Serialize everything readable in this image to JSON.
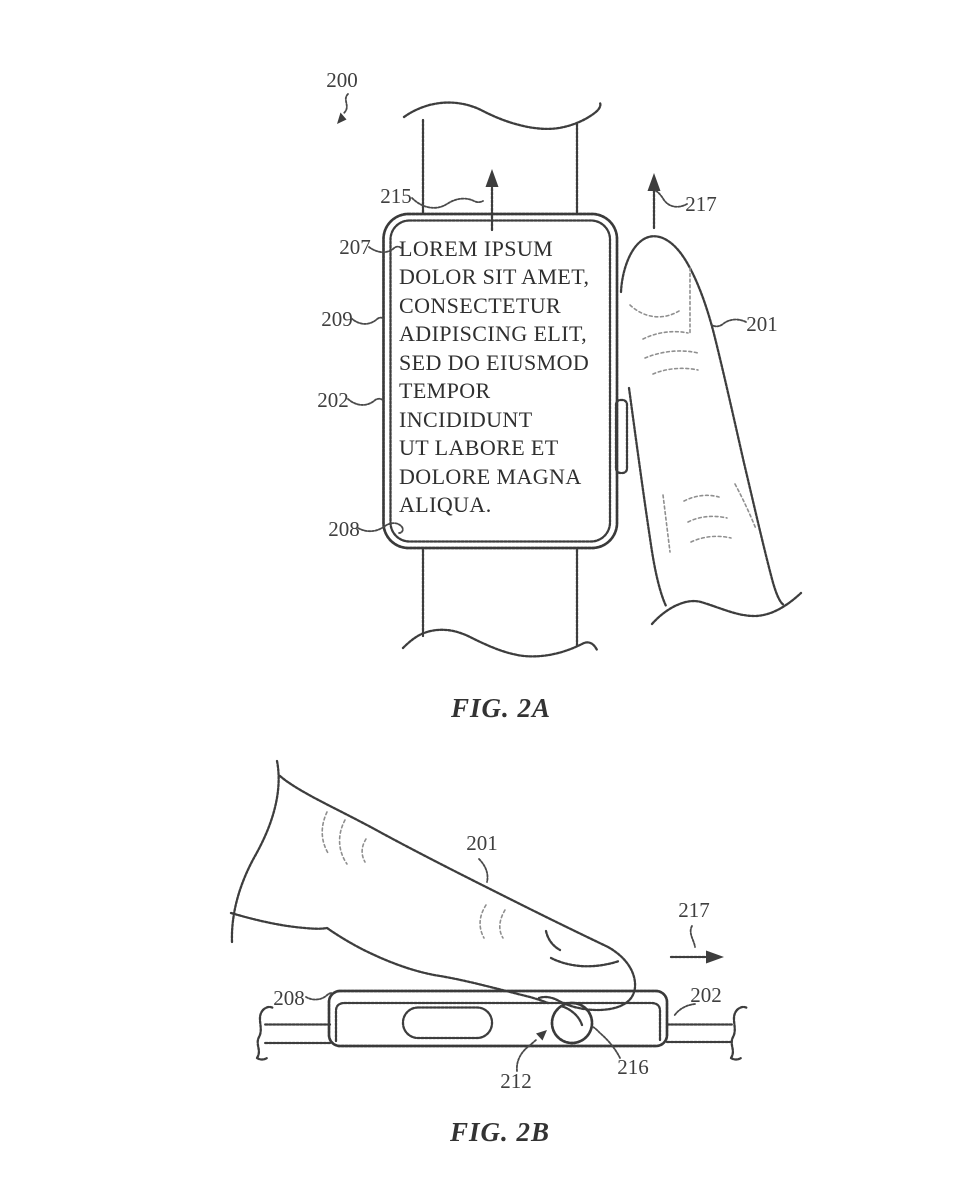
{
  "fig2a": {
    "caption": "FIG. 2A",
    "screen_text": "LOREM IPSUM\nDOLOR SIT AMET,\nCONSECTETUR\nADIPISCING ELIT,\nSED DO EIUSMOD\nTEMPOR\nINCIDIDUNT\nUT LABORE ET\nDOLORE MAGNA\nALIQUA.",
    "refs": {
      "r200": "200",
      "r215": "215",
      "r217": "217",
      "r207": "207",
      "r209": "209",
      "r202": "202",
      "r208": "208",
      "r201": "201"
    }
  },
  "fig2b": {
    "caption": "FIG. 2B",
    "refs": {
      "r201": "201",
      "r217": "217",
      "r208": "208",
      "r202": "202",
      "r212": "212",
      "r216": "216"
    }
  },
  "colors": {
    "ink": "#3d3d3d",
    "ink_light": "#8f8f8f",
    "paper": "#ffffff"
  }
}
